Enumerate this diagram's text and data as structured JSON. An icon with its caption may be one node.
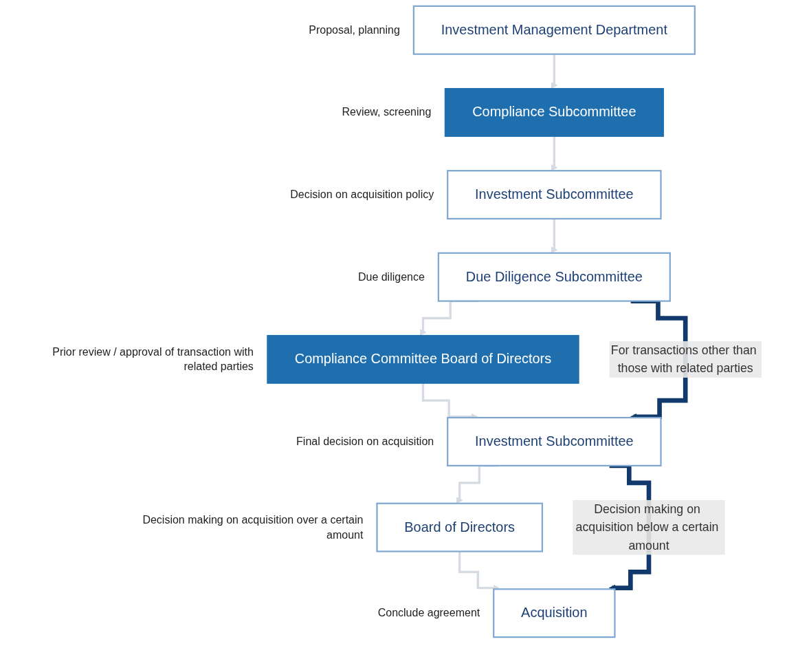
{
  "diagram": {
    "nodes": [
      {
        "text": [
          "Investment Management Department"
        ],
        "beside": [
          "Proposal, planning"
        ]
      },
      {
        "text": [
          "Compliance Subcommittee"
        ],
        "beside": [
          "Review, screening"
        ]
      },
      {
        "text": [
          "Investment Subcommittee"
        ],
        "beside": [
          "Decision on acquisition policy"
        ]
      },
      {
        "text": [
          "Due Diligence Subcommittee"
        ],
        "beside": [
          "Due diligence"
        ]
      },
      {
        "text": [
          "Compliance Committee Board of Directors"
        ],
        "beside": [
          "Prior review / approval of transaction with related parties"
        ]
      },
      {
        "text": [
          "Investment Subcommittee"
        ],
        "beside": [
          "Final decision on acquisition"
        ]
      },
      {
        "text": [
          "Board of Directors"
        ],
        "beside": [
          "Decision making on acquisition over a certain amount"
        ]
      },
      {
        "text": [
          "Acquisition"
        ],
        "beside": [
          "Conclude agreement"
        ]
      }
    ],
    "edges": [
      {
        "from": 0,
        "to": 1,
        "arrow": "to"
      },
      {
        "from": 1,
        "to": 2,
        "arrow": "to"
      },
      {
        "from": 2,
        "to": 3,
        "arrow": "to"
      },
      {
        "from": 3,
        "to": 4,
        "arrow": "to"
      },
      {
        "from": 4,
        "to": 5,
        "arrow": "to"
      },
      {
        "from": 5,
        "to": 6,
        "arrow": "to"
      },
      {
        "from": 6,
        "to": 7,
        "arrow": "to"
      },
      {
        "from": 3,
        "to": 5,
        "arrow": "to",
        "label": "For transactions other than those with related parties",
        "style": "thick",
        "color": "#12396b"
      },
      {
        "from": 5,
        "to": 7,
        "arrow": "to",
        "label": "Decision making on acquisition below a certain amount",
        "style": "thick",
        "color": "#12396b"
      }
    ]
  }
}
